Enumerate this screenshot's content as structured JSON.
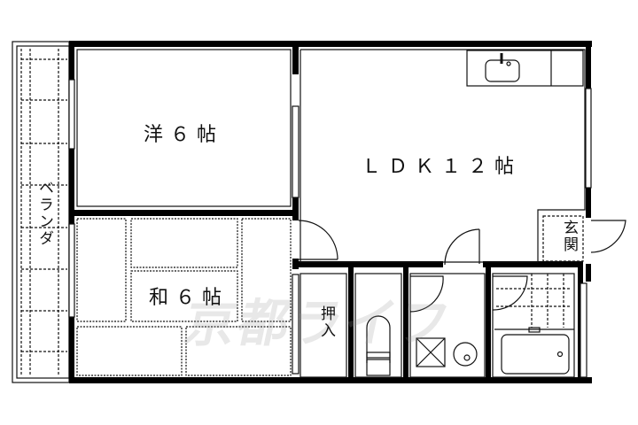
{
  "rooms": {
    "western": "洋６帖",
    "japanese": "和６帖",
    "ldk": "ＬＤＫ１２帖",
    "veranda": "ベランダ",
    "entrance": "玄関",
    "closet": "押入"
  },
  "watermark": "京都ライフ",
  "colors": {
    "wall": "#000000",
    "line": "#111111",
    "background": "#ffffff"
  }
}
